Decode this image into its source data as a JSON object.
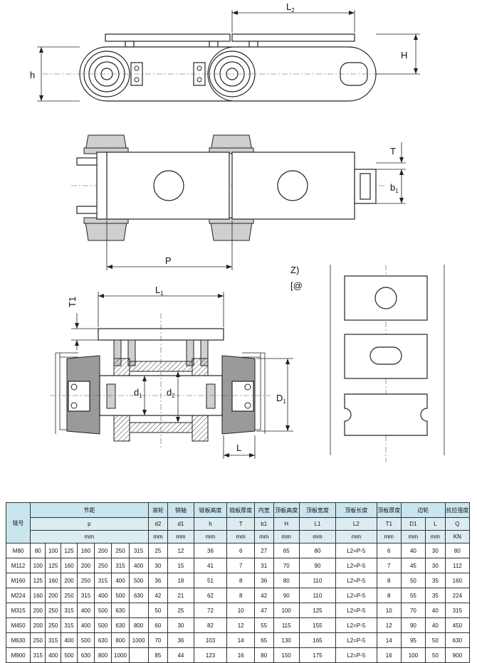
{
  "labels": {
    "L2": "L",
    "L2_sub": "2",
    "H": "H",
    "h": "h",
    "T": "T",
    "b1": "b",
    "b1_sub": "1",
    "P": "P",
    "L1": "L",
    "L1_sub": "1",
    "T1": "T1",
    "d1": "d",
    "d1_sub": "1",
    "d2": "d",
    "d2_sub": "2",
    "D1": "D",
    "D1_sub": "1",
    "L": "L",
    "note1": "Z)",
    "note2": "[@"
  },
  "table": {
    "model_header": "链号",
    "pitch_header": "节距",
    "pitch_symbol": "p",
    "pitch_unit": "mm",
    "columns": [
      {
        "name": "滚轮",
        "symbol": "d2",
        "unit": "mm"
      },
      {
        "name": "销轴",
        "symbol": "d1",
        "unit": "mm"
      },
      {
        "name": "链板高度",
        "symbol": "h",
        "unit": "mm"
      },
      {
        "name": "链板厚度",
        "symbol": "T",
        "unit": "mm"
      },
      {
        "name": "内宽",
        "symbol": "b1",
        "unit": "mm"
      },
      {
        "name": "顶板高度",
        "symbol": "H",
        "unit": "mm"
      },
      {
        "name": "顶板宽度",
        "symbol": "L1",
        "unit": "mm"
      },
      {
        "name": "顶板长度",
        "symbol": "L2",
        "unit": "mm"
      },
      {
        "name": "顶板厚度",
        "symbol": "T1",
        "unit": "mm"
      }
    ],
    "edge_wheel_header": "边轮",
    "edge_cols": [
      {
        "symbol": "D1",
        "unit": "mm"
      },
      {
        "symbol": "L",
        "unit": "mm"
      }
    ],
    "strength_header": "抗拉强度",
    "strength_symbol": "Q",
    "strength_unit": "KN",
    "rows": [
      {
        "model": "M80",
        "pitch": [
          "80",
          "100",
          "125",
          "160",
          "200",
          "250",
          "315"
        ],
        "vals": [
          "25",
          "12",
          "36",
          "6",
          "27",
          "65",
          "80",
          "L2=P-5",
          "6",
          "40",
          "30",
          "80"
        ]
      },
      {
        "model": "M112",
        "pitch": [
          "100",
          "125",
          "160",
          "200",
          "250",
          "315",
          "400"
        ],
        "vals": [
          "30",
          "15",
          "41",
          "7",
          "31",
          "70",
          "90",
          "L2=P-5",
          "7",
          "45",
          "30",
          "112"
        ]
      },
      {
        "model": "M160",
        "pitch": [
          "125",
          "160",
          "200",
          "250",
          "315",
          "400",
          "500"
        ],
        "vals": [
          "36",
          "18",
          "51",
          "8",
          "36",
          "80",
          "110",
          "L2=P-5",
          "8",
          "50",
          "35",
          "160"
        ]
      },
      {
        "model": "M224",
        "pitch": [
          "160",
          "200",
          "250",
          "315",
          "400",
          "500",
          "630"
        ],
        "vals": [
          "42",
          "21",
          "62",
          "8",
          "42",
          "90",
          "110",
          "L2=P-5",
          "8",
          "55",
          "35",
          "224"
        ]
      },
      {
        "model": "M315",
        "pitch": [
          "200",
          "250",
          "315",
          "400",
          "500",
          "630",
          ""
        ],
        "vals": [
          "50",
          "25",
          "72",
          "10",
          "47",
          "100",
          "125",
          "L2=P-5",
          "10",
          "70",
          "40",
          "315"
        ]
      },
      {
        "model": "M450",
        "pitch": [
          "200",
          "250",
          "315",
          "400",
          "500",
          "630",
          "800"
        ],
        "vals": [
          "60",
          "30",
          "82",
          "12",
          "55",
          "115",
          "155",
          "L2=P-5",
          "12",
          "90",
          "40",
          "450"
        ]
      },
      {
        "model": "M630",
        "pitch": [
          "250",
          "315",
          "400",
          "500",
          "630",
          "800",
          "1000"
        ],
        "vals": [
          "70",
          "36",
          "103",
          "14",
          "65",
          "130",
          "165",
          "L2=P-5",
          "14",
          "95",
          "50",
          "630"
        ]
      },
      {
        "model": "M900",
        "pitch": [
          "315",
          "400",
          "500",
          "630",
          "800",
          "1000",
          ""
        ],
        "vals": [
          "85",
          "44",
          "123",
          "16",
          "80",
          "150",
          "175",
          "L2=P-5",
          "16",
          "100",
          "50",
          "900"
        ]
      }
    ]
  }
}
